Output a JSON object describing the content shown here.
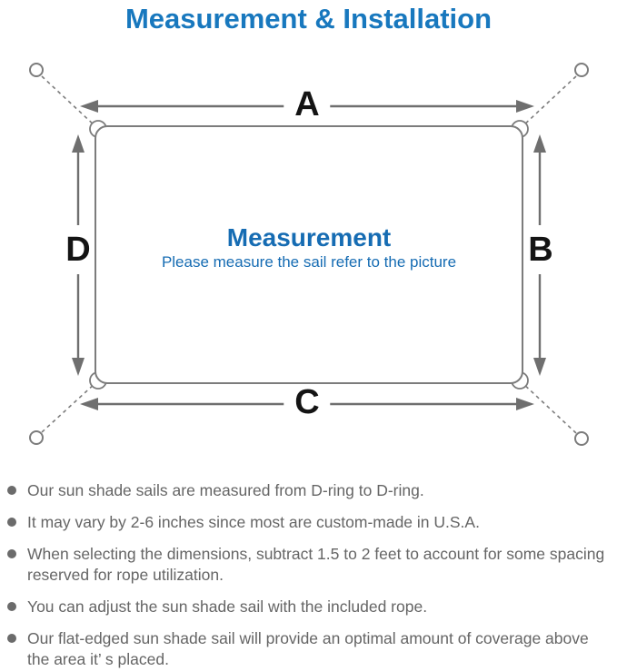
{
  "title": "Measurement & Installation",
  "colors": {
    "title_blue": "#1878be",
    "center_blue": "#166cb3",
    "line_gray": "#7c7c7c",
    "arrow_gray": "#6f6f6f",
    "body_text_gray": "#656565",
    "dim_label_black": "#141414"
  },
  "diagram": {
    "dim_labels": {
      "top": "A",
      "right": "B",
      "bottom": "C",
      "left": "D"
    },
    "center_title": "Measurement",
    "center_subtitle": "Please measure the sail refer to the picture",
    "shapes": {
      "sail": "rounded rectangle with corner D-rings",
      "anchors": "four corner mounting rings connected by dashed ropes"
    }
  },
  "notes": [
    {
      "text": "Our sun shade sails are measured from D-ring to D-ring."
    },
    {
      "text": "It may vary by 2-6 inches since most are custom-made in U.S.A."
    },
    {
      "text": "When selecting the dimensions, subtract 1.5 to 2 feet to account for some spacing reserved for rope utilization."
    },
    {
      "text": "You can adjust the sun shade sail with the included rope."
    },
    {
      "text": "Our flat-edged sun shade sail will provide an optimal amount of coverage above the area it’ s placed."
    }
  ]
}
